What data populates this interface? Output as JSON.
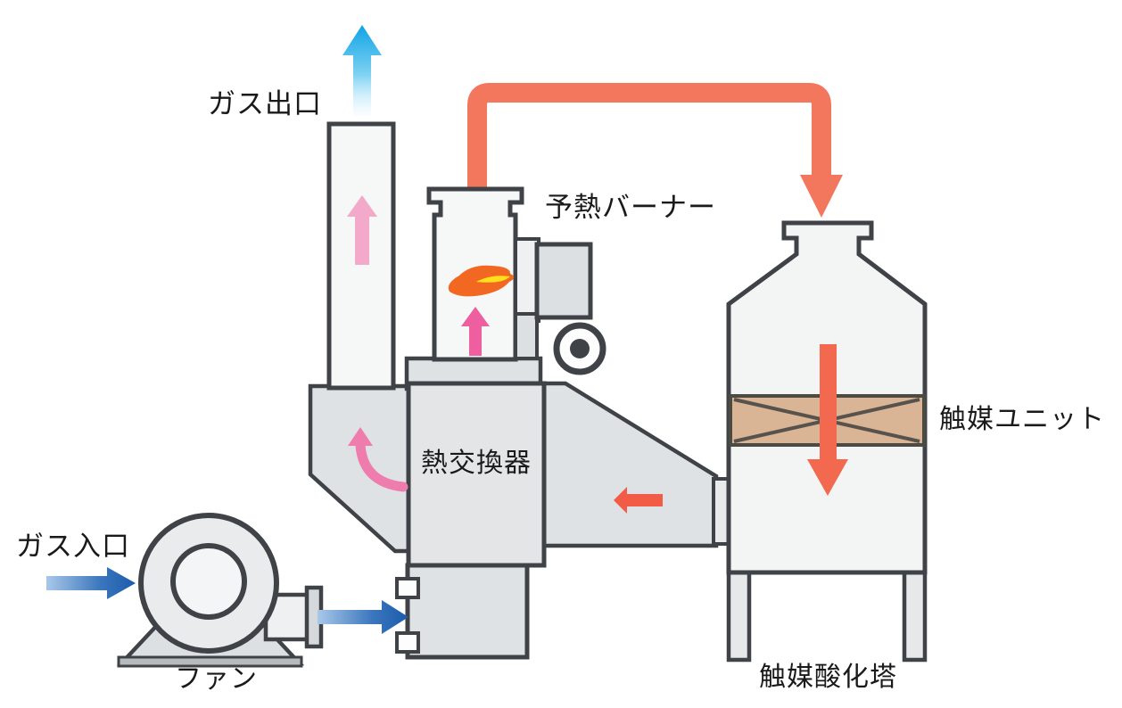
{
  "labels": {
    "gas_outlet": "ガス出口",
    "preheat_burner": "予熱バーナー",
    "heat_exchanger": "熱交換器",
    "catalyst_unit": "触媒ユニット",
    "gas_inlet": "ガス入口",
    "fan": "ファン",
    "catalyst_oxidation_tower": "触媒酸化塔"
  },
  "colors": {
    "outline": "#3f4347",
    "equipment_fill": "#dfe2e4",
    "vessel_fill": "#f4f5f5",
    "hot_gas_orange": "#f3775c",
    "hot_gas_arrow": "#f2694f",
    "treated_gas_cyan": "#0fa3e6",
    "inlet_gas_blue": "#1b5bad",
    "warm_gas_pink_light": "#f3a9ca",
    "warm_gas_pink_deep": "#ee5f9f",
    "catalyst_tan": "#d9b495",
    "flame_orange": "#f26822",
    "flame_yellow": "#ffe01a",
    "text": "#1a1a1a",
    "background": "#ffffff"
  }
}
